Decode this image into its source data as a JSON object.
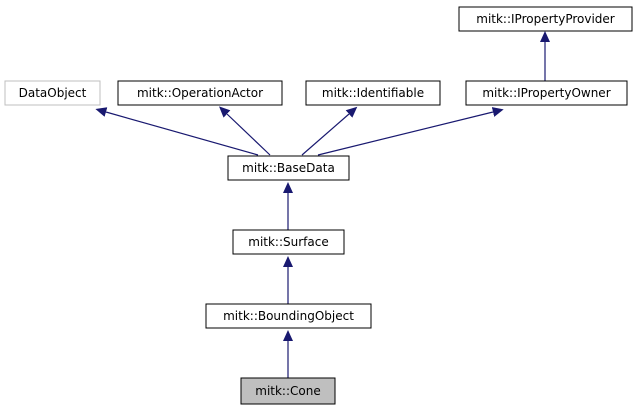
{
  "nodes": {
    "iproperty_provider": "mitk::IPropertyProvider",
    "data_object": "DataObject",
    "operation_actor": "mitk::OperationActor",
    "identifiable": "mitk::Identifiable",
    "iproperty_owner": "mitk::IPropertyOwner",
    "base_data": "mitk::BaseData",
    "surface": "mitk::Surface",
    "bounding_object": "mitk::BoundingObject",
    "cone": "mitk::Cone"
  },
  "edges": [
    {
      "from": "iproperty_owner",
      "to": "iproperty_provider"
    },
    {
      "from": "base_data",
      "to": "data_object"
    },
    {
      "from": "base_data",
      "to": "operation_actor"
    },
    {
      "from": "base_data",
      "to": "identifiable"
    },
    {
      "from": "base_data",
      "to": "iproperty_owner"
    },
    {
      "from": "surface",
      "to": "base_data"
    },
    {
      "from": "bounding_object",
      "to": "surface"
    },
    {
      "from": "cone",
      "to": "bounding_object"
    }
  ],
  "colors": {
    "edge": "#191970",
    "node_border": "#000000",
    "node_border_external": "#bfbfbf",
    "node_fill": "#ffffff",
    "node_fill_highlight": "#bfbfbf"
  }
}
